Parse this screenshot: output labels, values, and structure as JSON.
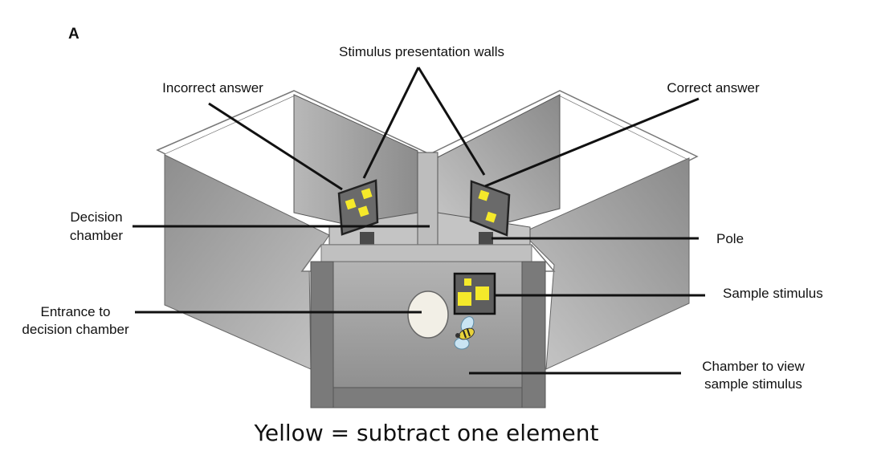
{
  "figure": {
    "panel_label": "A",
    "caption": "Yellow = subtract one element",
    "colors": {
      "stimulus_yellow": "#f5e92a",
      "stimulus_board": "#6a6a6a",
      "wall_gray": "#a8a8a8",
      "pole_gray": "#4a4a4a"
    },
    "labels": {
      "stimulus_walls": "Stimulus presentation walls",
      "incorrect_answer": "Incorrect answer",
      "correct_answer": "Correct answer",
      "decision_chamber_line1": "Decision",
      "decision_chamber_line2": "chamber",
      "pole": "Pole",
      "sample_stimulus": "Sample stimulus",
      "entrance_line1": "Entrance to",
      "entrance_line2": "decision chamber",
      "view_chamber_line1": "Chamber to view",
      "view_chamber_line2": "sample stimulus"
    },
    "stimuli": {
      "incorrect_answer_elements": 3,
      "correct_answer_elements": 2,
      "sample_elements": 3
    }
  }
}
